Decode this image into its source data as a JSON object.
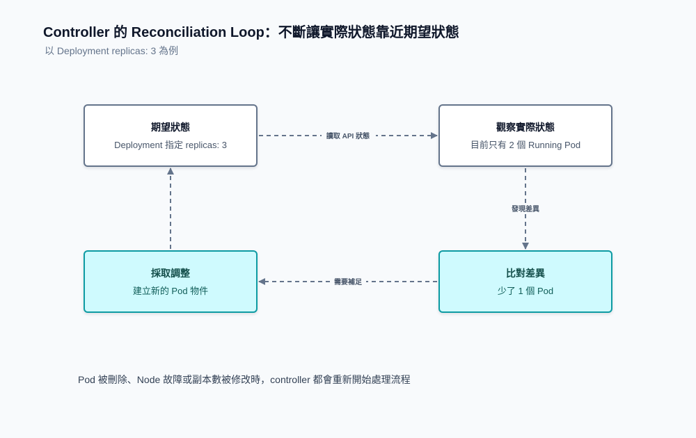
{
  "title": "Controller 的 Reconciliation Loop：不斷讓實際狀態靠近期望狀態",
  "subtitle": "以 Deployment replicas: 3 為例",
  "nodes": {
    "desired": {
      "title": "期望狀態",
      "subtitle": "Deployment 指定 replicas: 3"
    },
    "observe": {
      "title": "觀察實際狀態",
      "subtitle": "目前只有 2 個 Running Pod"
    },
    "compare": {
      "title": "比對差異",
      "subtitle": "少了 1 個 Pod"
    },
    "act": {
      "title": "採取調整",
      "subtitle": "建立新的 Pod 物件"
    }
  },
  "edges": {
    "read_api": "讀取 API 狀態",
    "find_diff": "發現差異",
    "need_fill": "需要補足"
  },
  "footer": "Pod 被刪除、Node 故障或副本數被修改時，controller 都會重新開始處理流程",
  "colors": {
    "edge": "#64748b",
    "node_border": "#64748b",
    "accent_fill": "#cffafe",
    "accent_border": "#0e9ba3"
  }
}
